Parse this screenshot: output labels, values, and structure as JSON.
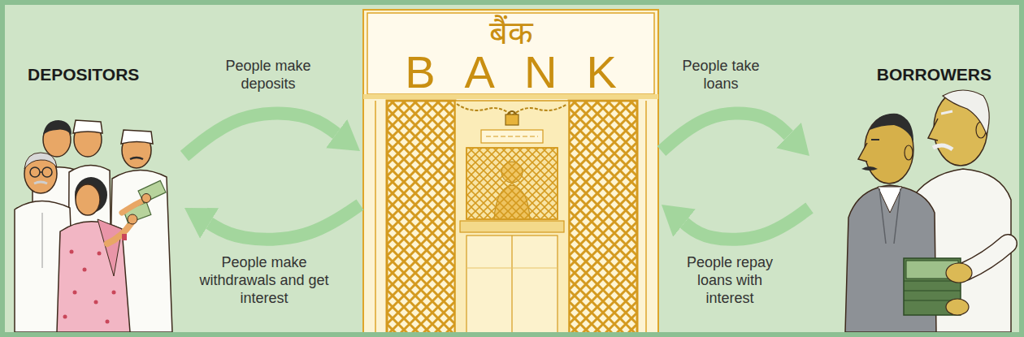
{
  "diagram": {
    "nodes": [
      {
        "text": [
          "DEPOSITORS"
        ]
      },
      {
        "text": [
          "बैंक",
          "BANK"
        ]
      },
      {
        "text": [
          "BORROWERS"
        ]
      }
    ],
    "edges": [
      {
        "from": 0,
        "to": 1,
        "arrow": "to",
        "label": "People make deposits"
      },
      {
        "from": 1,
        "to": 0,
        "arrow": "to",
        "label": "People make withdrawals and get interest"
      },
      {
        "from": 1,
        "to": 2,
        "arrow": "to",
        "label": "People take loans"
      },
      {
        "from": 2,
        "to": 1,
        "arrow": "to",
        "label": "People repay loans with interest"
      }
    ]
  }
}
